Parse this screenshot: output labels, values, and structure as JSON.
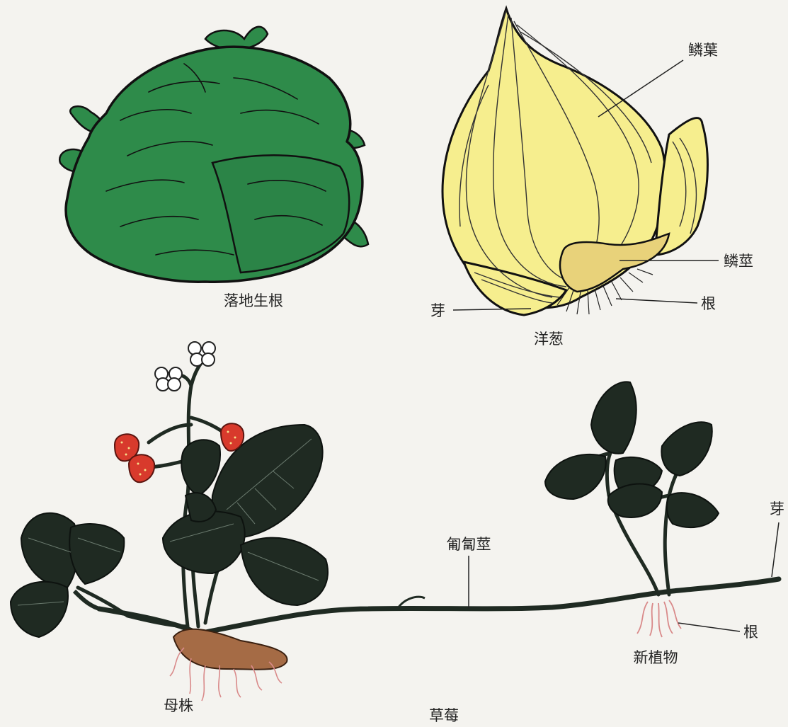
{
  "colors": {
    "background": "#f4f3ef",
    "leaf_green": "#2e8b4a",
    "dark_leaf": "#1f2a22",
    "onion_yellow": "#f6ee8e",
    "onion_stem": "#e8d27a",
    "strawberry_red": "#d83a2c",
    "root_brown": "#a56b45",
    "root_pink": "#d98a8a",
    "line": "#222222"
  },
  "panels": {
    "leaf": {
      "caption": "落地生根",
      "icon": "kalanchoe-leaf-with-plantlets"
    },
    "onion": {
      "caption": "洋葱",
      "icon": "onion-bulb-cross-section",
      "labels": {
        "scale_leaf": "鳞葉",
        "bulb_stem": "鳞莖",
        "bud": "芽",
        "root": "根"
      }
    },
    "strawberry": {
      "caption": "草莓",
      "icon": "strawberry-runner-propagation",
      "labels": {
        "runner": "匍匐莖",
        "bud": "芽",
        "root": "根",
        "new_plant": "新植物",
        "mother_plant": "母株"
      }
    }
  }
}
